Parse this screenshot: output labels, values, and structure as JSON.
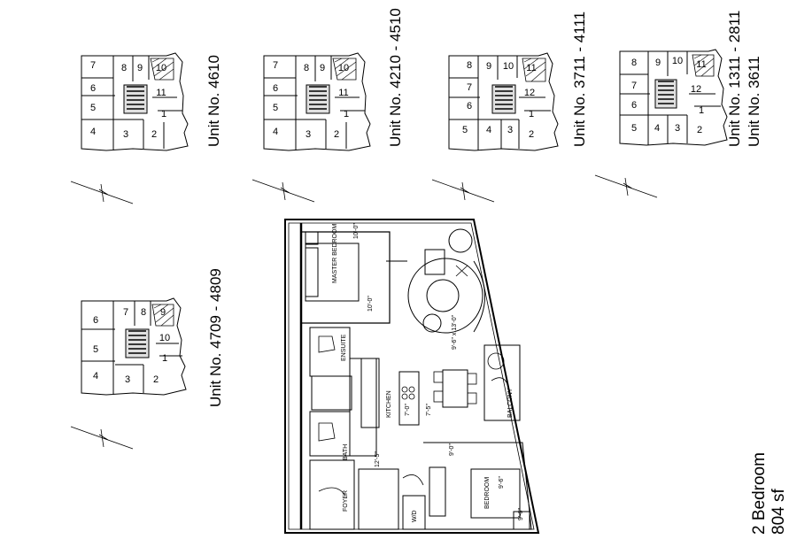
{
  "keyplans": [
    {
      "label": "Unit No. 4610",
      "suites": [
        "7",
        "8",
        "9",
        "10",
        "6",
        "11",
        "5",
        "1",
        "4",
        "3",
        "2"
      ]
    },
    {
      "label": "Unit No. 4210 - 4510",
      "suites": [
        "7",
        "8",
        "9",
        "10",
        "6",
        "11",
        "5",
        "1",
        "4",
        "3",
        "2"
      ]
    },
    {
      "label": "Unit No. 3711 - 4111",
      "suites": [
        "8",
        "9",
        "10",
        "11",
        "7",
        "6",
        "12",
        "1",
        "5",
        "4",
        "3",
        "2"
      ]
    },
    {
      "label": "Unit No. 1311 - 2811",
      "label2": "Unit No. 3611",
      "suites": [
        "8",
        "9",
        "10",
        "11",
        "7",
        "6",
        "12",
        "1",
        "5",
        "4",
        "3",
        "2"
      ]
    },
    {
      "label": "Unit No. 4709 - 4809",
      "suites": [
        "6",
        "7",
        "8",
        "9",
        "5",
        "10",
        "1",
        "4",
        "3",
        "2"
      ]
    }
  ],
  "rooms": {
    "master_bedroom": "MASTER BEDROOM",
    "ensuite": "ENSUITE",
    "kitchen": "KITCHEN",
    "bath": "BATH",
    "foyer": "FOYER",
    "bedroom": "BEDROOM",
    "balcony": "BALCONY",
    "wd": "W/D"
  },
  "dimensions": {
    "d1": "10'-0\"",
    "d2": "10'-0\"",
    "d3": "9'-6\" x 13'-0\"",
    "d4": "7'-0\"",
    "d5": "7'-5\"",
    "d6": "9'-0\"",
    "d7": "9'-6\"",
    "d8": "9'-6\"",
    "d9": "12'-5\""
  },
  "summary": {
    "type": "2 Bedroom",
    "area": "804 sf"
  }
}
